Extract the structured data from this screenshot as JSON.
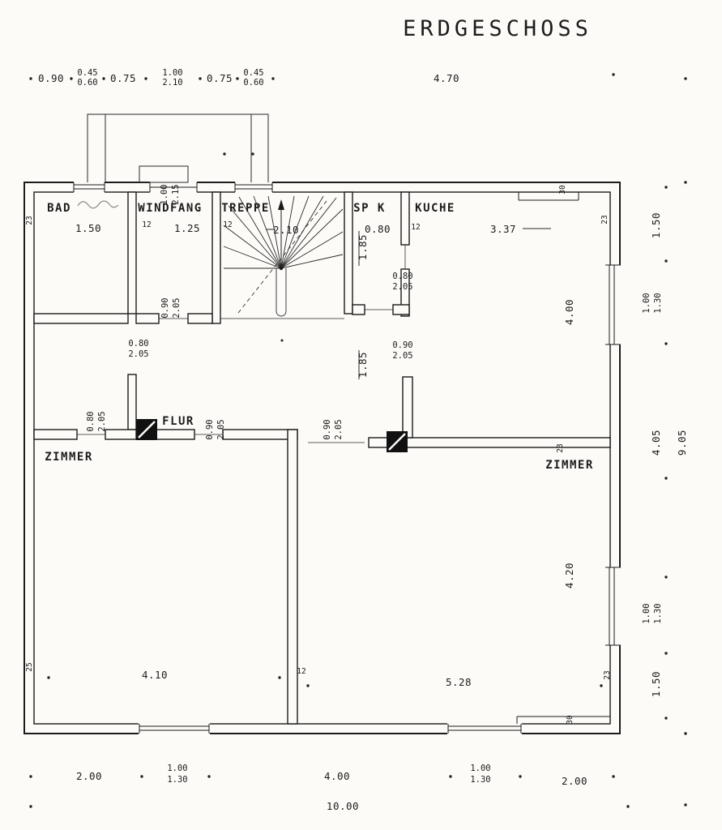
{
  "title": "ERDGESCHOSS",
  "rooms": {
    "bad": "BAD",
    "windfang": "WINDFANG",
    "treppe": "TREPPE",
    "spk": "SP K",
    "kueche": "KUCHE",
    "flur": "FLUR",
    "zimmer_left": "ZIMMER",
    "zimmer_right": "ZIMMER"
  },
  "top_dims": {
    "a": "0.90",
    "b1": "0.45",
    "b2": "0.60",
    "c": "0.75",
    "d1": "1.00",
    "d2": "2.10",
    "e": "0.75",
    "f1": "0.45",
    "f2": "0.60",
    "g": "4.70"
  },
  "room_dims": {
    "bad_width": "1.50",
    "windfang_width": "1.25",
    "treppe_width": "2.10",
    "spk_door": "0.80",
    "kueche_width": "3.37",
    "spk_depth": "1.85",
    "hall_depth": "1.85",
    "kueche_depth": "4.00",
    "zimmer_right_depth": "4.20",
    "zimmer_left_width": "4.10",
    "zimmer_right_width": "5.28"
  },
  "doors": {
    "w080": "0.80",
    "w090": "0.90",
    "h205": "2.05",
    "entry_w": "1.00",
    "entry_h": "2.15"
  },
  "bottom_dims": {
    "a": "2.00",
    "b1": "1.00",
    "b2": "1.30",
    "c": "4.00",
    "d1": "1.00",
    "d2": "1.30",
    "e": "2.00",
    "total": "10.00"
  },
  "right_dims": {
    "a": "1.50",
    "b1": "1.00",
    "b2": "1.30",
    "c": "4.05",
    "total": "9.05",
    "d1": "1.00",
    "d2": "1.30",
    "e": "1.50"
  },
  "wall_marks": {
    "m23": "23",
    "m25": "25",
    "m12": "12",
    "m30": "30"
  }
}
